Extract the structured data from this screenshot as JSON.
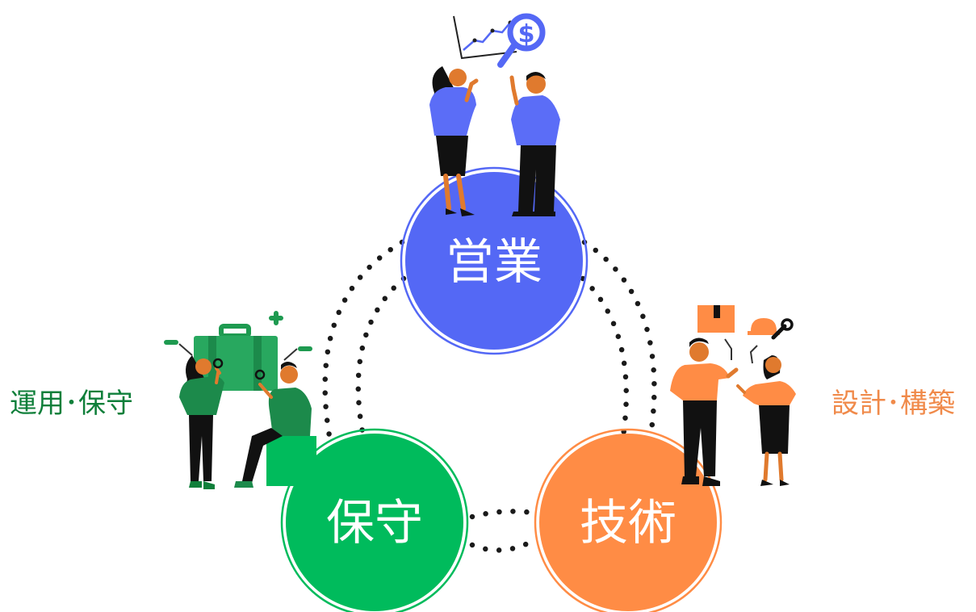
{
  "nodes": {
    "sales": {
      "label": "営業",
      "color": "#5468f5"
    },
    "maintenance": {
      "label": "保守",
      "color": "#00bb5c"
    },
    "technology": {
      "label": "技術",
      "color": "#ff8c45"
    }
  },
  "side_labels": {
    "left": {
      "text": "運用･保守",
      "color": "#0f7f3a"
    },
    "right": {
      "text": "設計･構築",
      "color": "#f08a4a"
    }
  },
  "illustrations": {
    "sales_people": "business-people-analyzing-chart-icon",
    "maintenance_people": "people-inspecting-briefcase-icon",
    "technology_people": "engineers-with-tools-icon"
  },
  "colors": {
    "dots": "#1a1a1a",
    "skin": "#e07a2e",
    "dark": "#111111"
  }
}
